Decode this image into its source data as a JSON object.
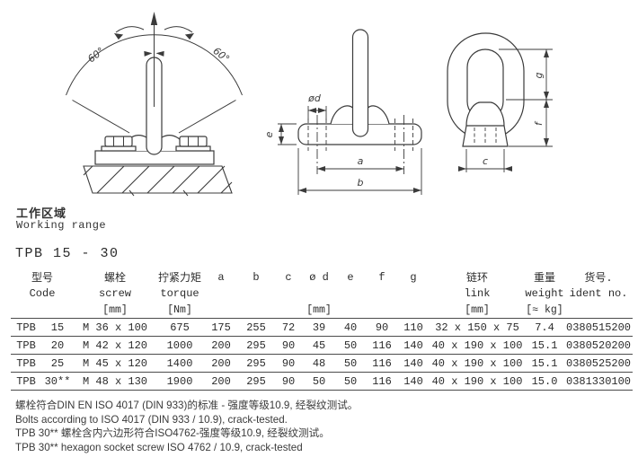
{
  "colors": {
    "line": "#3b3b3b",
    "text": "#2e2e2e"
  },
  "section": {
    "title_zh": "工作区域",
    "title_en": "Working range"
  },
  "drawings": {
    "working_range": {
      "angle_left": "60°",
      "angle_right": "60°"
    },
    "front_view": {
      "dim_diameter": "ød",
      "dim_e": "e",
      "dim_a": "a",
      "dim_b": "b"
    },
    "link_view": {
      "dim_g": "g",
      "dim_f": "f",
      "dim_c": "c"
    }
  },
  "table": {
    "title": "TPB 15 - 30",
    "columns": [
      {
        "zh": "型号",
        "en": "Code",
        "unit": ""
      },
      {
        "zh": "螺栓",
        "en": "screw",
        "unit": "[mm]"
      },
      {
        "zh": "拧紧力矩",
        "en": "torque",
        "unit": "[Nm]"
      },
      {
        "zh": "a",
        "en": "",
        "unit": ""
      },
      {
        "zh": "b",
        "en": "",
        "unit": ""
      },
      {
        "zh": "c",
        "en": "",
        "unit": ""
      },
      {
        "zh": "ø d",
        "en": "",
        "unit": "[mm]"
      },
      {
        "zh": "e",
        "en": "",
        "unit": ""
      },
      {
        "zh": "f",
        "en": "",
        "unit": ""
      },
      {
        "zh": "g",
        "en": "",
        "unit": ""
      },
      {
        "zh": "链环",
        "en": "link",
        "unit": "[mm]"
      },
      {
        "zh": "重量",
        "en": "weight",
        "unit": "[≈ kg]"
      },
      {
        "zh": "货号.",
        "en": "ident no.",
        "unit": ""
      }
    ],
    "rows": [
      [
        "TPB",
        "15",
        "M 36 x 100",
        "675",
        "175",
        "255",
        "72",
        "39",
        "40",
        "90",
        "110",
        "32 x 150 x 75",
        "7.4",
        "0380515200"
      ],
      [
        "TPB",
        "20",
        "M 42 x 120",
        "1000",
        "200",
        "295",
        "90",
        "45",
        "50",
        "116",
        "140",
        "40 x 190 x 100",
        "15.1",
        "0380520200"
      ],
      [
        "TPB",
        "25",
        "M 45 x 120",
        "1400",
        "200",
        "295",
        "90",
        "48",
        "50",
        "116",
        "140",
        "40 x 190 x 100",
        "15.1",
        "0380525200"
      ],
      [
        "TPB",
        "30**",
        "M 48 x 130",
        "1900",
        "200",
        "295",
        "90",
        "50",
        "50",
        "116",
        "140",
        "40 x 190 x 100",
        "15.0",
        "0381330100"
      ]
    ]
  },
  "notes": [
    "螺栓符合DIN EN ISO 4017 (DIN 933)的标准 - 强度等级10.9, 经裂纹测试。",
    "Bolts according to ISO 4017 (DIN 933 / 10.9),   crack-tested.",
    "TPB 30** 螺栓含内六边形符合ISO4762-强度等级10.9, 经裂纹测试。",
    "TPB 30**   hexagon socket screw ISO 4762 / 10.9,  crack-tested"
  ]
}
